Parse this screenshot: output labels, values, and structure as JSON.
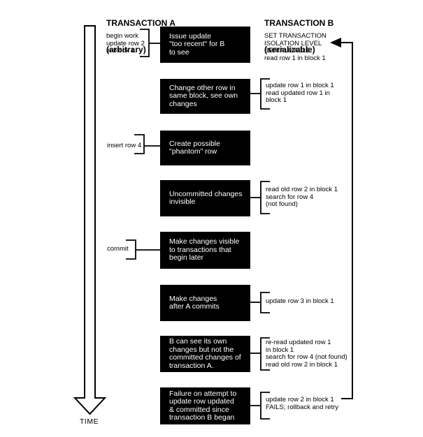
{
  "columns": {
    "a": {
      "title": "TRANSACTION A",
      "subtitle": "(arbitrary)"
    },
    "b": {
      "title": "TRANSACTION B",
      "subtitle": "(serializable)"
    }
  },
  "time_label": "TIME",
  "rows": [
    {
      "left": "begin work\nupdate row 2\nin block 1",
      "box": "Issue update\n\"too recent\" for B\nto see",
      "right": "SET TRANSACTION\nISOLATION LEVEL\nSERIALIZABLE\nread row 1 in block 1"
    },
    {
      "box": "Change other row in\nsame block, see own\nchanges",
      "right": "update row 1 in block 1\nread updated row 1 in\nblock 1"
    },
    {
      "left": "insert row 4",
      "box": "Create possible\n\"phantom\" row"
    },
    {
      "box": "Uncommitted changes\ninvisible",
      "right": "read old row 2 in block 1\nsearch for row 4\n(not found)"
    },
    {
      "left": "commit",
      "box": "Make changes visible\nto transactions that\nbegin later"
    },
    {
      "box": "Make changes\nafter A commits",
      "right": "update row 3 in block 1"
    },
    {
      "box": "B can see its own\nchanges but not the\ncommitted changes of\ntransaction A.",
      "right": "re-read updated row 1\nin block 1\nsearch for row 4 (not found)\nread old row 2 in block 1"
    },
    {
      "box": "Failure on attempt to\nupdate row updated\n& committed since\ntransaction B began",
      "right": "update row 2 in block 1\nFAILS; rollback and retry"
    }
  ],
  "colors": {
    "background": "#ffffff",
    "box_bg": "#000000",
    "box_text": "#ffffff",
    "line": "#000000"
  }
}
